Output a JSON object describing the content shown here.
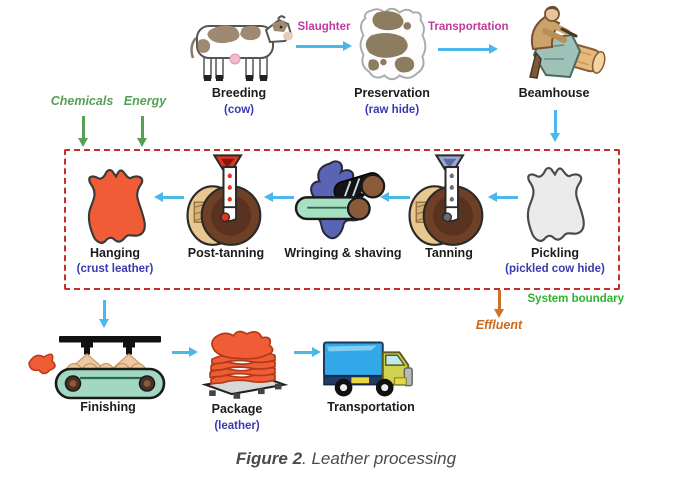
{
  "colors": {
    "arrow_cyan": "#4ab8e8",
    "label_magenta": "#c23a9e",
    "input_green": "#55a055",
    "boundary_green": "#2cb52c",
    "boundary_red": "#c43028",
    "effluent_orange": "#c96a1e",
    "sub_blue": "#3a3ab0",
    "leather_orange": "#f05c35"
  },
  "inputs": {
    "chemicals": "Chemicals",
    "energy": "Energy"
  },
  "top_row": {
    "breeding": {
      "label": "Breeding",
      "sub": "(cow)"
    },
    "slaughter": "Slaughter",
    "preservation": {
      "label": "Preservation",
      "sub": "(raw hide)"
    },
    "transportation": "Transportation",
    "beamhouse": {
      "label": "Beamhouse"
    }
  },
  "process": {
    "hanging": {
      "label": "Hanging",
      "sub": "(crust leather)"
    },
    "post_tanning": {
      "label": "Post-tanning"
    },
    "wringing": {
      "label": "Wringing & shaving"
    },
    "tanning": {
      "label": "Tanning"
    },
    "pickling": {
      "label": "Pickling",
      "sub": "(pickled cow hide)"
    }
  },
  "boundary": {
    "system": "System boundary",
    "effluent": "Effluent"
  },
  "bottom_row": {
    "finishing": {
      "label": "Finishing"
    },
    "package": {
      "label": "Package",
      "sub": "(leather)"
    },
    "transportation": {
      "label": "Transportation"
    }
  },
  "caption": {
    "figure_label": "Figure 2",
    "rest": ". Leather processing"
  }
}
